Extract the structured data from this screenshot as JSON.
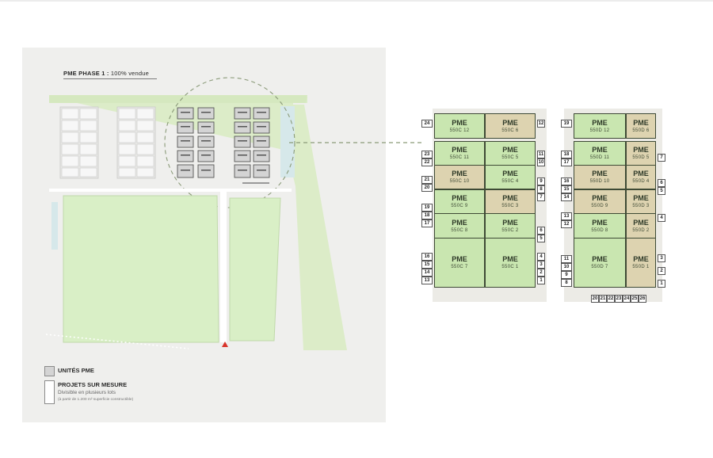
{
  "site_plan": {
    "phase_title": "PME PHASE 1 :",
    "phase_status": "100% vendue",
    "entrance_icon": "red-triangle-icon"
  },
  "legend": {
    "units_label": "UNITÉS PME",
    "custom_label": "PROJETS SUR MESURE",
    "custom_sub": "Divisible en plusieurs lots",
    "custom_note": "(à partir de 1.200 m² superficie constructible)"
  },
  "colors": {
    "unit_green": "#c9e6b0",
    "unit_tan": "#ddd3b0",
    "lot_green": "#d9efc6",
    "unit_grey": "#d4d4d4",
    "entrance_marker": "#d9342b"
  },
  "building_c": {
    "units": [
      {
        "title": "PME",
        "code": "550C 12",
        "color": "green"
      },
      {
        "title": "PME",
        "code": "550C 6",
        "color": "tan"
      },
      {
        "title": "PME",
        "code": "550C 11",
        "color": "green"
      },
      {
        "title": "PME",
        "code": "550C 5",
        "color": "green"
      },
      {
        "title": "PME",
        "code": "550C 10",
        "color": "tan"
      },
      {
        "title": "PME",
        "code": "550C 4",
        "color": "green"
      },
      {
        "title": "PME",
        "code": "550C 9",
        "color": "green"
      },
      {
        "title": "PME",
        "code": "550C 3",
        "color": "tan"
      },
      {
        "title": "PME",
        "code": "550C 8",
        "color": "green"
      },
      {
        "title": "PME",
        "code": "550C 2",
        "color": "green"
      },
      {
        "title": "PME",
        "code": "550C 7",
        "color": "green"
      },
      {
        "title": "PME",
        "code": "550C 1",
        "color": "green"
      }
    ],
    "left_numbers": [
      "24",
      "23",
      "22",
      "21",
      "20",
      "19",
      "18",
      "17",
      "16",
      "15",
      "14",
      "13"
    ],
    "right_numbers": [
      "12",
      "11",
      "10",
      "9",
      "8",
      "7",
      "6",
      "5",
      "4",
      "3",
      "2",
      "1"
    ]
  },
  "building_d": {
    "units": [
      {
        "title": "PME",
        "code": "550D 12",
        "color": "green"
      },
      {
        "title": "PME",
        "code": "550D 6",
        "color": "tan"
      },
      {
        "title": "PME",
        "code": "550D 11",
        "color": "green"
      },
      {
        "title": "PME",
        "code": "550D 5",
        "color": "tan"
      },
      {
        "title": "PME",
        "code": "550D 10",
        "color": "tan"
      },
      {
        "title": "PME",
        "code": "550D 4",
        "color": "tan"
      },
      {
        "title": "PME",
        "code": "550D 9",
        "color": "tan"
      },
      {
        "title": "PME",
        "code": "550D 3",
        "color": "tan"
      },
      {
        "title": "PME",
        "code": "550D 8",
        "color": "green"
      },
      {
        "title": "PME",
        "code": "550D 2",
        "color": "tan"
      },
      {
        "title": "PME",
        "code": "550D 7",
        "color": "green"
      },
      {
        "title": "PME",
        "code": "550D 1",
        "color": "tan"
      }
    ],
    "left_numbers": [
      "19",
      "18",
      "17",
      "16",
      "15",
      "14",
      "13",
      "12",
      "11",
      "10",
      "9",
      "8"
    ],
    "right_numbers": [
      "7",
      "6",
      "5",
      "4",
      "3",
      "2",
      "1"
    ],
    "bottom_numbers": [
      "20",
      "21",
      "22",
      "23",
      "24",
      "25",
      "26"
    ]
  }
}
